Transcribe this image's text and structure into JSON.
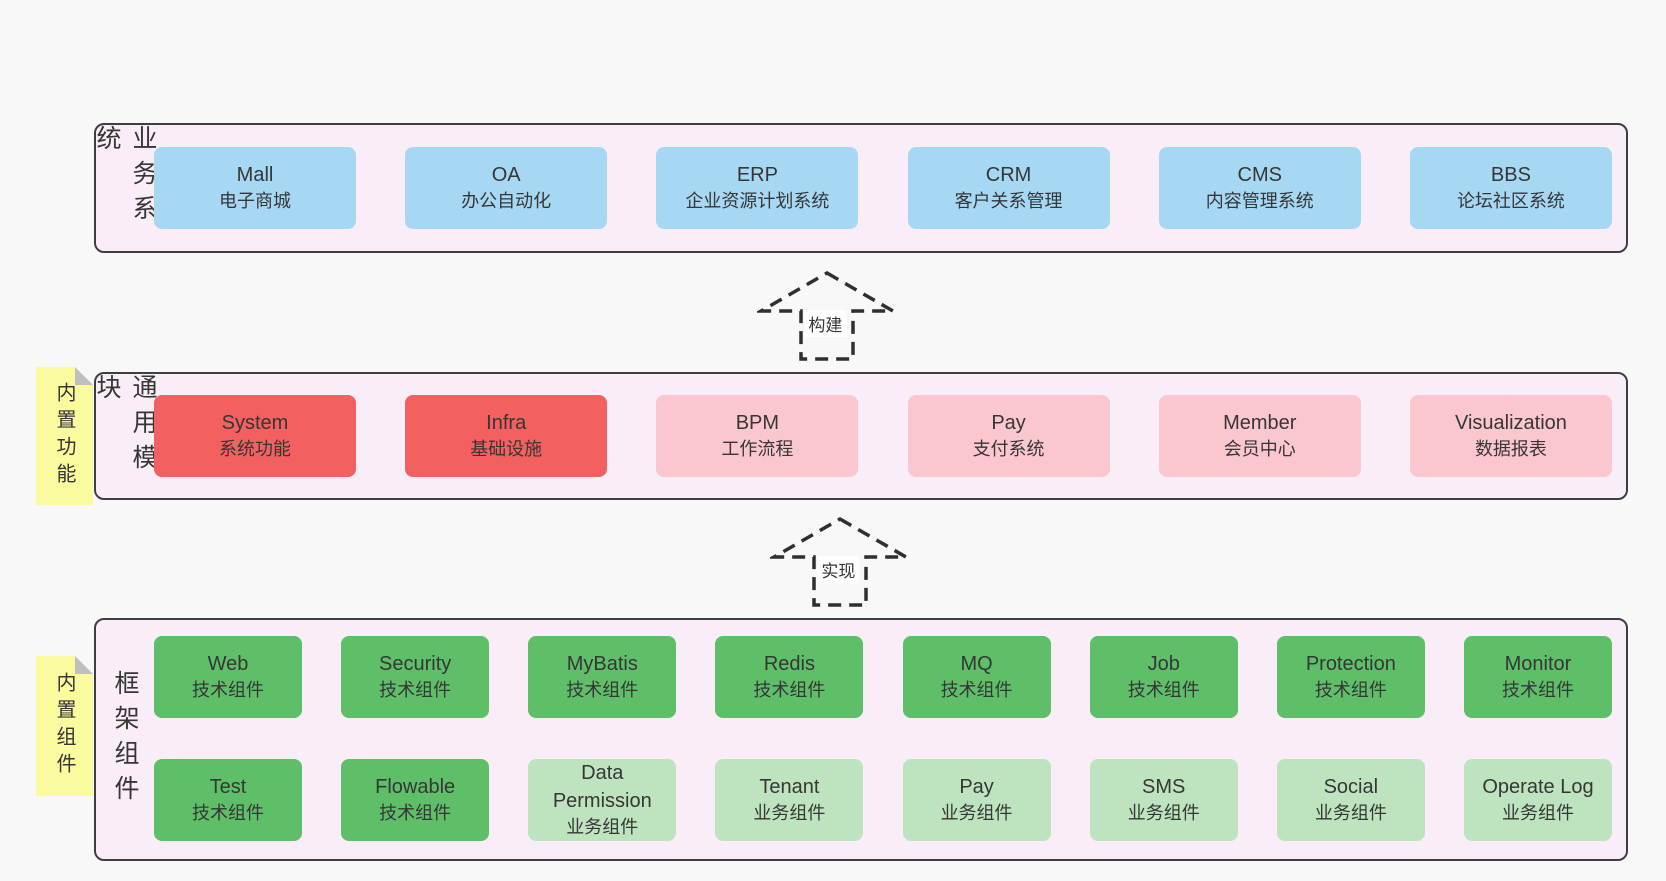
{
  "colors": {
    "page_background": "#f8f8f8",
    "band_fill": "#f9eef8",
    "band_border": "#413d45",
    "blue_box": "#a6d8f4",
    "red_box": "#f2605f",
    "pink_box": "#fbc7ce",
    "green_box": "#5fbf69",
    "light_green_box": "#bee4bf",
    "yellow_tab": "#fafa9e",
    "text": "#363636"
  },
  "arrows": [
    {
      "label": "构建"
    },
    {
      "label": "实现"
    }
  ],
  "bands": {
    "business": {
      "label": "业务系统",
      "boxes": [
        {
          "title": "Mall",
          "subtitle": "电子商城"
        },
        {
          "title": "OA",
          "subtitle": "办公自动化"
        },
        {
          "title": "ERP",
          "subtitle": "企业资源计划系统"
        },
        {
          "title": "CRM",
          "subtitle": "客户关系管理"
        },
        {
          "title": "CMS",
          "subtitle": "内容管理系统"
        },
        {
          "title": "BBS",
          "subtitle": "论坛社区系统"
        }
      ]
    },
    "modules": {
      "label": "通用模块",
      "tab": "内置功能",
      "boxes": [
        {
          "title": "System",
          "subtitle": "系统功能",
          "variant": "red"
        },
        {
          "title": "Infra",
          "subtitle": "基础设施",
          "variant": "red"
        },
        {
          "title": "BPM",
          "subtitle": "工作流程",
          "variant": "pink"
        },
        {
          "title": "Pay",
          "subtitle": "支付系统",
          "variant": "pink"
        },
        {
          "title": "Member",
          "subtitle": "会员中心",
          "variant": "pink"
        },
        {
          "title": "Visualization",
          "subtitle": "数据报表",
          "variant": "pink"
        }
      ]
    },
    "framework": {
      "label": "框架组件",
      "tab": "内置组件",
      "row1": [
        {
          "title": "Web",
          "subtitle": "技术组件",
          "variant": "green"
        },
        {
          "title": "Security",
          "subtitle": "技术组件",
          "variant": "green"
        },
        {
          "title": "MyBatis",
          "subtitle": "技术组件",
          "variant": "green"
        },
        {
          "title": "Redis",
          "subtitle": "技术组件",
          "variant": "green"
        },
        {
          "title": "MQ",
          "subtitle": "技术组件",
          "variant": "green"
        },
        {
          "title": "Job",
          "subtitle": "技术组件",
          "variant": "green"
        },
        {
          "title": "Protection",
          "subtitle": "技术组件",
          "variant": "green"
        },
        {
          "title": "Monitor",
          "subtitle": "技术组件",
          "variant": "green"
        }
      ],
      "row2": [
        {
          "title": "Test",
          "subtitle": "技术组件",
          "variant": "green"
        },
        {
          "title": "Flowable",
          "subtitle": "技术组件",
          "variant": "green"
        },
        {
          "title": "Data Permission",
          "subtitle": "业务组件",
          "variant": "light-green"
        },
        {
          "title": "Tenant",
          "subtitle": "业务组件",
          "variant": "light-green"
        },
        {
          "title": "Pay",
          "subtitle": "业务组件",
          "variant": "light-green"
        },
        {
          "title": "SMS",
          "subtitle": "业务组件",
          "variant": "light-green"
        },
        {
          "title": "Social",
          "subtitle": "业务组件",
          "variant": "light-green"
        },
        {
          "title": "Operate Log",
          "subtitle": "业务组件",
          "variant": "light-green"
        }
      ]
    }
  }
}
